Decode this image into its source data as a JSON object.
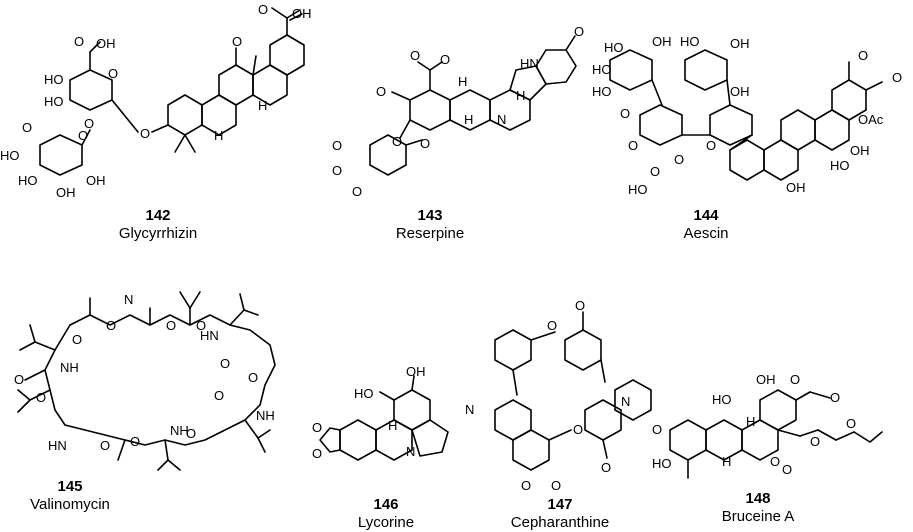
{
  "compounds": [
    {
      "number": "142",
      "name": "Glycyrrhizin"
    },
    {
      "number": "143",
      "name": "Reserpine"
    },
    {
      "number": "144",
      "name": "Aescin"
    },
    {
      "number": "145",
      "name": "Valinomycin"
    },
    {
      "number": "146",
      "name": "Lycorine"
    },
    {
      "number": "147",
      "name": "Cepharanthine"
    },
    {
      "number": "148",
      "name": "Bruceine A"
    }
  ],
  "atom_labels": {
    "oh": "OH",
    "ho": "HO",
    "o": "O",
    "cooh": "OH",
    "h": "H",
    "nh": "N",
    "hn": "HN",
    "n": "N",
    "oac": "OAc",
    "nh2": "H"
  }
}
